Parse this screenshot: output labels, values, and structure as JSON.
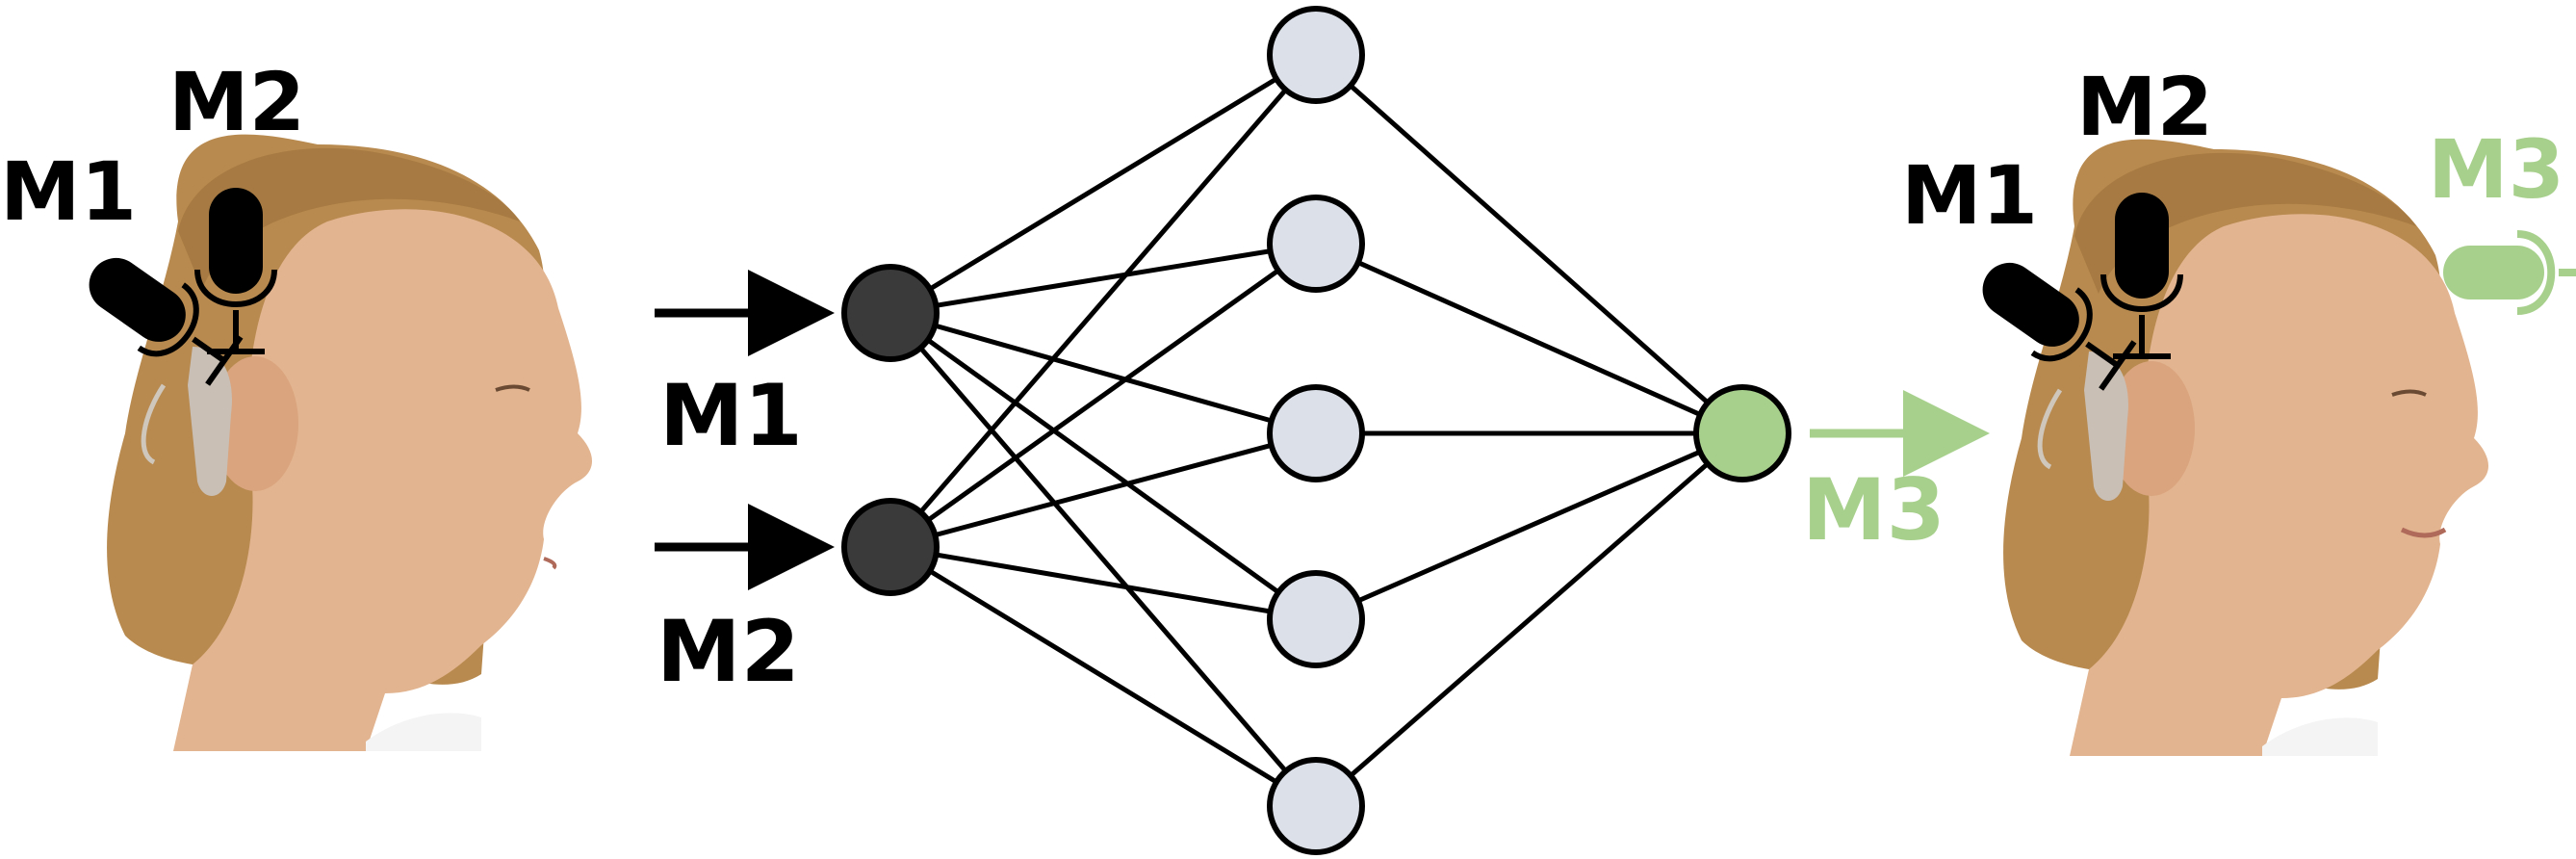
{
  "left_head": {
    "mic_labels": [
      "M1",
      "M2"
    ]
  },
  "inputs": [
    {
      "label": "M1"
    },
    {
      "label": "M2"
    }
  ],
  "output": {
    "label": "M3"
  },
  "right_head": {
    "mic_labels": [
      "M1",
      "M2"
    ],
    "virtual_mic_label": "M3"
  },
  "network": {
    "input_nodes": 2,
    "hidden_nodes": 5,
    "output_nodes": 1
  },
  "colors": {
    "input_node": "#3a3a3a",
    "hidden_node": "#dce0e8",
    "output_node": "#a8d08d",
    "output_accent": "#a8d08d",
    "edge": "#000000",
    "skin": "#e2b48f",
    "hair": "#b88a4f"
  }
}
